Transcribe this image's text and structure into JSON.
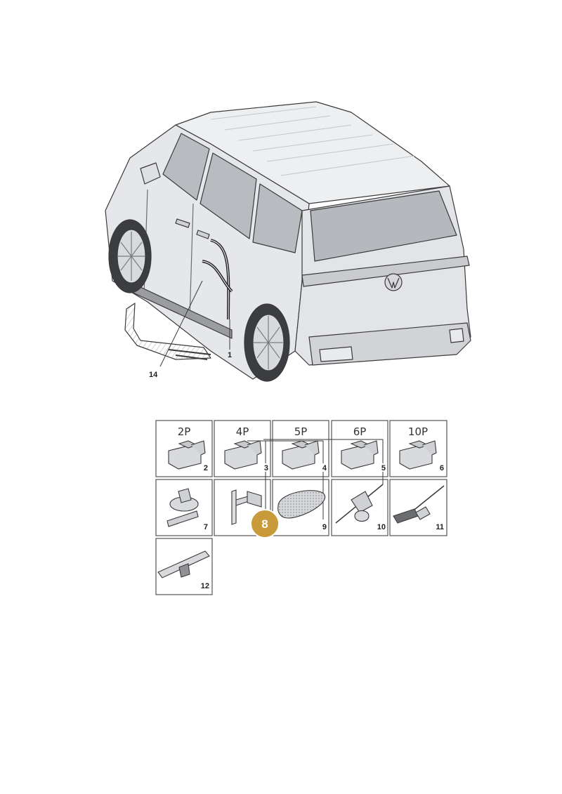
{
  "vehicle_callouts": {
    "cable": "1",
    "harness": "14"
  },
  "cells": [
    {
      "title": "2P",
      "number": "2"
    },
    {
      "title": "4P",
      "number": "3"
    },
    {
      "title": "5P",
      "number": "4"
    },
    {
      "title": "6P",
      "number": "5"
    },
    {
      "title": "10P",
      "number": "6"
    },
    {
      "title": "",
      "number": "7"
    },
    {
      "title": "",
      "number": ""
    },
    {
      "title": "",
      "number": "9"
    },
    {
      "title": "",
      "number": "10"
    },
    {
      "title": "",
      "number": "11"
    },
    {
      "title": "",
      "number": "12"
    }
  ],
  "highlight": {
    "number": "8",
    "color": "#c99a3a"
  },
  "colors": {
    "body": "#e6e7ea",
    "glass": "#b8bbc0",
    "line": "#3a3a3a",
    "frame": "#555555"
  }
}
